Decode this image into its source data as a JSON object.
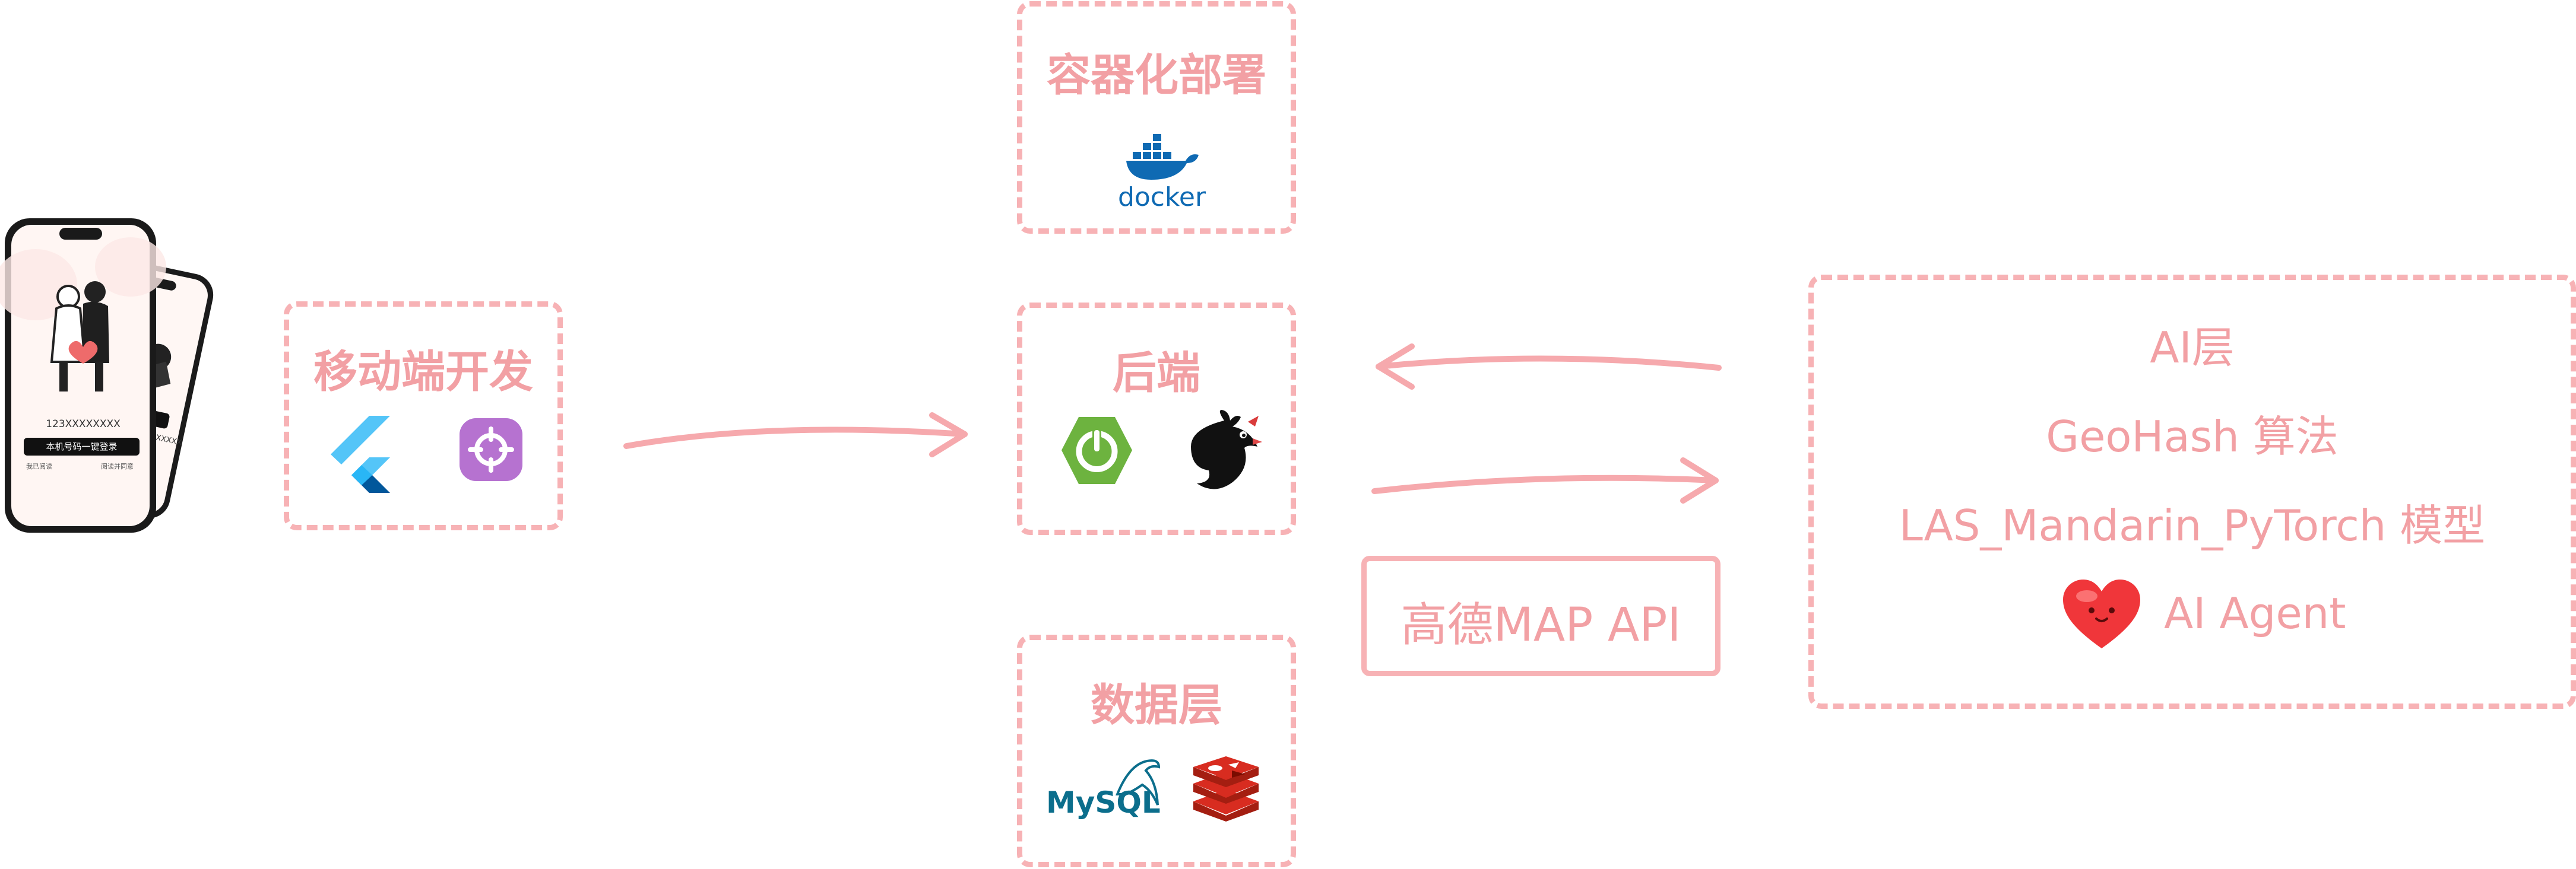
{
  "mobile": {
    "title": "移动端开发",
    "phone_number": "123XXXXXXXX",
    "login_button": "本机号码一键登录",
    "agree_left": "我已阅读",
    "agree_right": "阅读并同意",
    "number_partial": "XXXXX",
    "icons": [
      "flutter-icon",
      "arkts-icon"
    ]
  },
  "container": {
    "title": "容器化部署",
    "logo_text": "docker"
  },
  "backend": {
    "title": "后端",
    "icons": [
      "spring-boot-icon",
      "bird-logo-icon"
    ]
  },
  "data_layer": {
    "title": "数据层",
    "mysql_text": "MySQL",
    "icons": [
      "mysql-icon",
      "redis-icon"
    ]
  },
  "map_api": {
    "label": "高德MAP API"
  },
  "ai_layer": {
    "title": "AI层",
    "lines": [
      "GeoHash 算法",
      "LAS_Mandarin_PyTorch 模型",
      "AI Agent"
    ],
    "icons": [
      "heart-icon"
    ]
  },
  "colors": {
    "accent": "#f2a0a4",
    "border": "#f7b2b5",
    "arrow": "#f6a9ad"
  }
}
